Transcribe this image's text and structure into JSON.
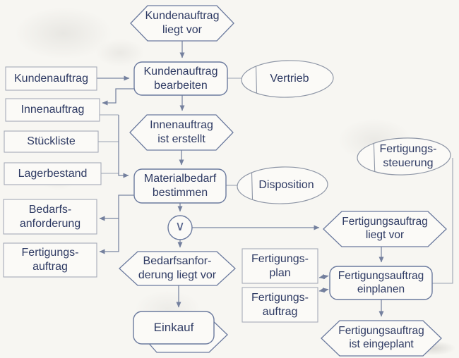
{
  "page": {
    "background": "#f7f6f2"
  },
  "colors": {
    "text_ink": "#2e3a63",
    "flow_shape_border": "#6b7a9e",
    "data_shape_border": "#a6abb7",
    "ellipse_border": "#8e96a6",
    "connector_line": "#7a86a2"
  },
  "nodes": {
    "event_kundenauftrag_liegt_vor": {
      "type": "event",
      "label": "Kundenauftrag\nliegt vor"
    },
    "function_kundenauftrag_bearbeiten": {
      "type": "function",
      "label": "Kundenauftrag\nbearbeiten"
    },
    "org_vertrieb": {
      "type": "org-unit",
      "label": "Vertrieb"
    },
    "data_kundenauftrag": {
      "type": "data-object",
      "label": "Kundenauftrag"
    },
    "data_innenauftrag": {
      "type": "data-object",
      "label": "Innenauftrag"
    },
    "data_stueckliste": {
      "type": "data-object",
      "label": "Stückliste"
    },
    "data_lagerbestand": {
      "type": "data-object",
      "label": "Lagerbestand"
    },
    "event_innenauftrag_ist_erstellt": {
      "type": "event",
      "label": "Innenauftrag\nist erstellt"
    },
    "function_materialbedarf_bestimmen": {
      "type": "function",
      "label": "Materialbedarf\nbestimmen"
    },
    "org_disposition": {
      "type": "org-unit",
      "label": "Disposition"
    },
    "connector_or": {
      "type": "or-connector",
      "label": "∨"
    },
    "data_bedarfsanforderung": {
      "type": "data-object",
      "label": "Bedarfs-\nanforderung"
    },
    "data_fertigungsauftrag_links": {
      "type": "data-object",
      "label": "Fertigungs-\nauftrag"
    },
    "event_bedarfsanforderung_liegt_vor": {
      "type": "event",
      "label": "Bedarfsanfor-\nderung liegt vor"
    },
    "process_einkauf": {
      "type": "process-interface",
      "label": "Einkauf"
    },
    "org_fertigungssteuerung": {
      "type": "org-unit",
      "label": "Fertigungs-\nsteuerung"
    },
    "event_fertigungsauftrag_liegt_vor": {
      "type": "event",
      "label": "Fertigungsauftrag\nliegt vor"
    },
    "data_fertigungsplan": {
      "type": "data-object",
      "label": "Fertigungs-\nplan"
    },
    "data_fertigungsauftrag_rechts": {
      "type": "data-object",
      "label": "Fertigungs-\nauftrag"
    },
    "function_fertigungsauftrag_einplanen": {
      "type": "function",
      "label": "Fertigungsauftrag\neinplanen"
    },
    "event_fertigungsauftrag_ist_eingeplant": {
      "type": "event",
      "label": "Fertigungsauftrag\nist eingeplant"
    }
  }
}
